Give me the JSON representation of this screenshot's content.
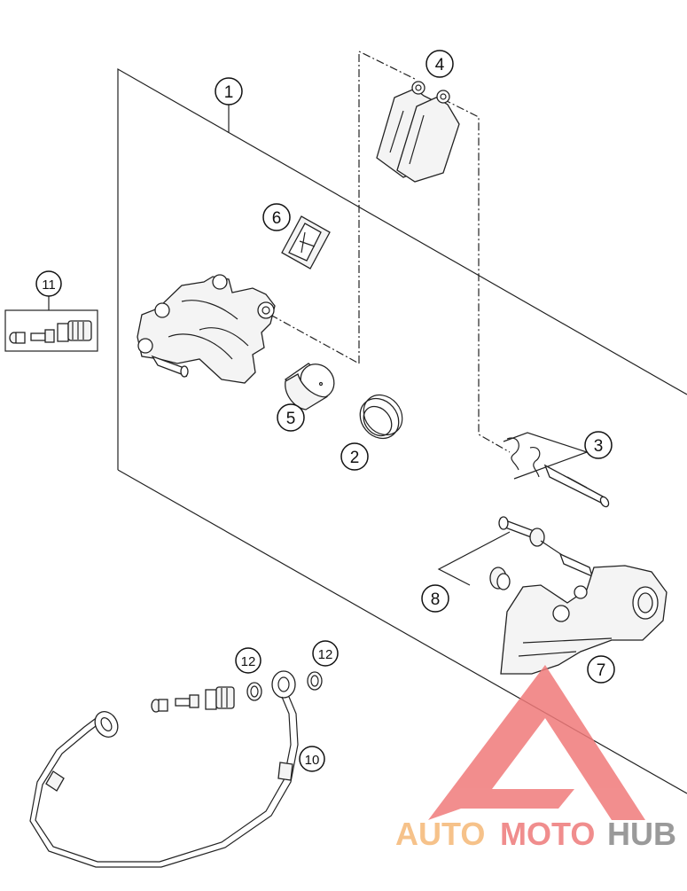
{
  "callouts": {
    "c1": "1",
    "c2": "2",
    "c3": "3",
    "c4": "4",
    "c5": "5",
    "c6": "6",
    "c7": "7",
    "c8": "8",
    "c10": "10",
    "c11": "11",
    "c12a": "12",
    "c12b": "12"
  },
  "watermark": {
    "word_part1": "AUTO",
    "word_part2": "MOTO",
    "word_part3": "HUB",
    "color_auto": "#f6c28a",
    "color_moto": "#f08d8d",
    "color_hub": "#9a9a9a",
    "logo_color": "#f07a7a"
  }
}
